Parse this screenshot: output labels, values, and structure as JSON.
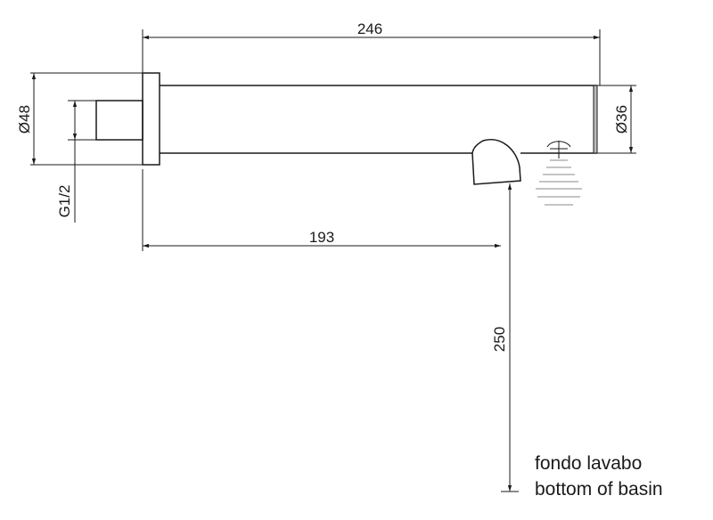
{
  "dimensions": {
    "overall_length": "246",
    "outlet_distance": "193",
    "height_above_basin": "250",
    "flange_diameter": "Ø48",
    "spout_diameter": "Ø36",
    "thread": "G1/2"
  },
  "note": {
    "line_it": "fondo lavabo",
    "line_en": "bottom of basin"
  },
  "colors": {
    "line": "#1a1a1a",
    "background": "#ffffff",
    "sensor_waves": "#888888"
  }
}
